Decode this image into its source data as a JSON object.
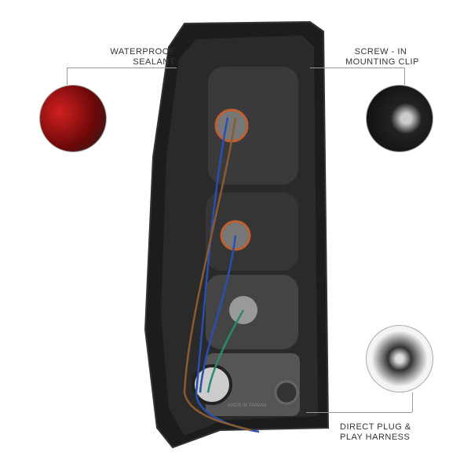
{
  "callouts": {
    "sealant": {
      "line1": "WATERPROOF",
      "line2": "SEALANT"
    },
    "clip": {
      "line1": "SCREW - IN",
      "line2": "MOUNTING CLIP"
    },
    "harness": {
      "line1": "DIRECT PLUG &",
      "line2": "PLAY HARNESS"
    }
  },
  "housing_marking": "MADE IN TAIWAN",
  "colors": {
    "housing": "#1a1a1a",
    "lens_red": "#a01010",
    "wire_blue": "#2a4fb0",
    "wire_brown": "#8a5a30"
  }
}
